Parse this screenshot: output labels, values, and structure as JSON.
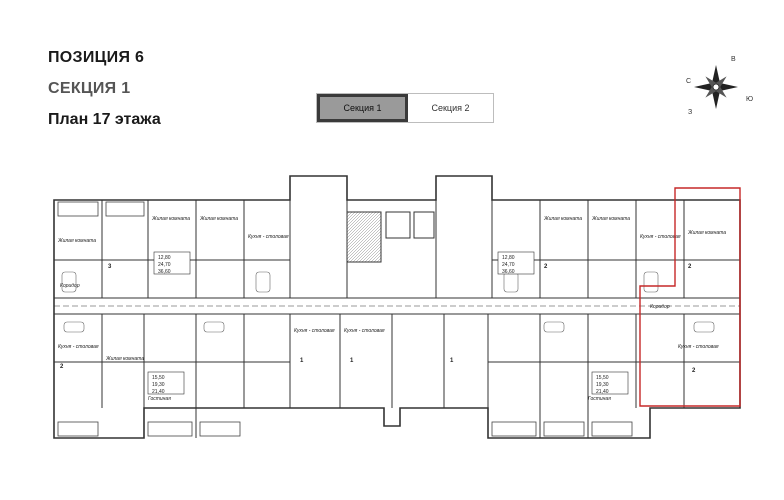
{
  "header": {
    "position": "ПОЗИЦИЯ 6",
    "section": "СЕКЦИЯ 1",
    "floor_plan": "План 17 этажа"
  },
  "tabs": [
    {
      "label": "Секция 1",
      "active": true
    },
    {
      "label": "Секция 2",
      "active": false
    }
  ],
  "compass": {
    "n": "В",
    "w": "С",
    "e": "Ю",
    "s": "З"
  },
  "plan": {
    "room_labels": {
      "living": "Жилая комната",
      "kitchen": "Кухня - столовая",
      "corridor": "Коридор",
      "guest": "Гостиная"
    },
    "apartment_types": [
      "2",
      "3",
      "1",
      "1",
      "1",
      "2",
      "2",
      "2"
    ],
    "areas_top": [
      "12,80",
      "24,70",
      "36,60"
    ],
    "areas_bottom": [
      "15,50",
      "19,30",
      "21,40"
    ],
    "highlight_color": "#c62828"
  }
}
